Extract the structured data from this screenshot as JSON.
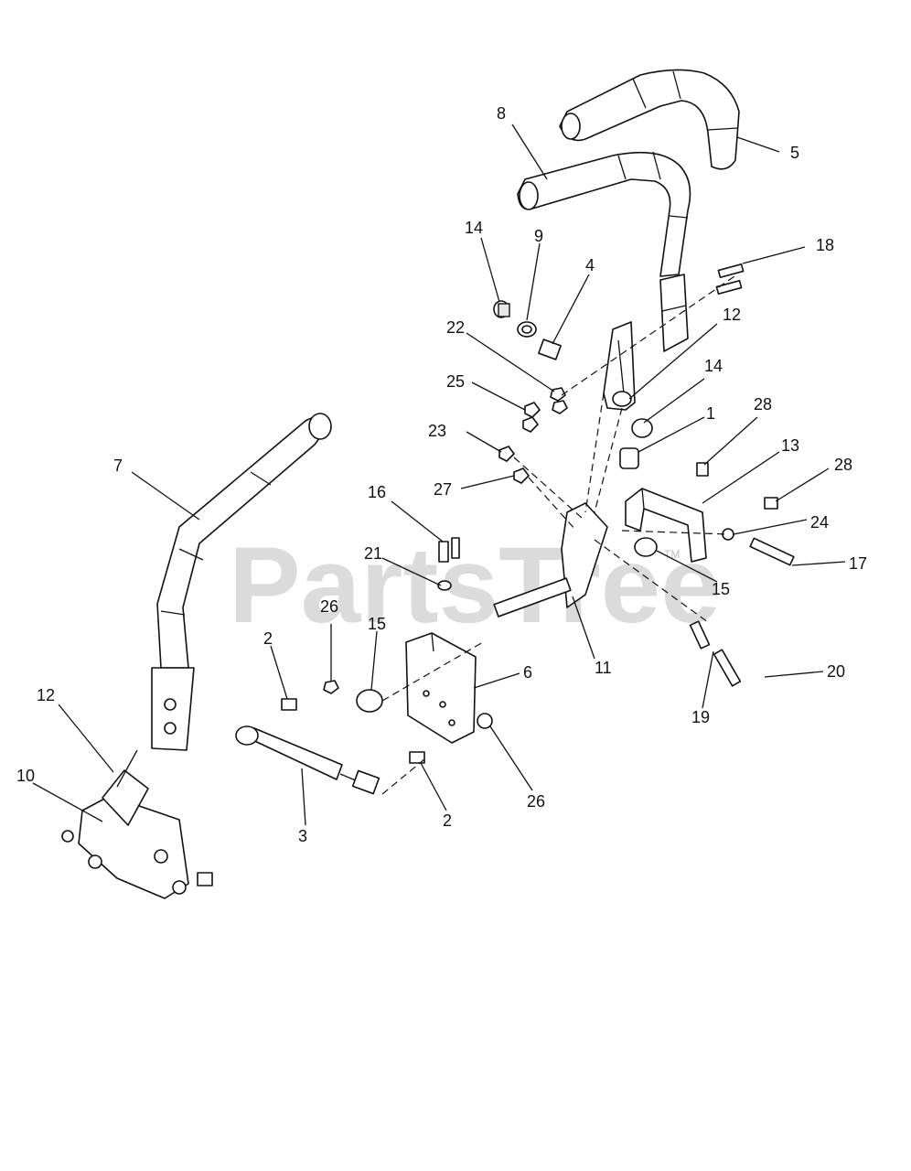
{
  "watermark": {
    "text": "PartsTree",
    "trademark": "TM"
  },
  "callouts": [
    {
      "id": "c8",
      "label": "8"
    },
    {
      "id": "c5",
      "label": "5"
    },
    {
      "id": "c14a",
      "label": "14"
    },
    {
      "id": "c9",
      "label": "9"
    },
    {
      "id": "c4",
      "label": "4"
    },
    {
      "id": "c18",
      "label": "18"
    },
    {
      "id": "c12a",
      "label": "12"
    },
    {
      "id": "c22",
      "label": "22"
    },
    {
      "id": "c25",
      "label": "25"
    },
    {
      "id": "c14b",
      "label": "14"
    },
    {
      "id": "c1",
      "label": "1"
    },
    {
      "id": "c28a",
      "label": "28"
    },
    {
      "id": "c23",
      "label": "23"
    },
    {
      "id": "c13",
      "label": "13"
    },
    {
      "id": "c28b",
      "label": "28"
    },
    {
      "id": "c27",
      "label": "27"
    },
    {
      "id": "c7",
      "label": "7"
    },
    {
      "id": "c16",
      "label": "16"
    },
    {
      "id": "c24",
      "label": "24"
    },
    {
      "id": "c21",
      "label": "21"
    },
    {
      "id": "c17",
      "label": "17"
    },
    {
      "id": "c15a",
      "label": "15"
    },
    {
      "id": "c26a",
      "label": "26"
    },
    {
      "id": "c15b",
      "label": "15"
    },
    {
      "id": "c2a",
      "label": "2"
    },
    {
      "id": "c11",
      "label": "11"
    },
    {
      "id": "c20",
      "label": "20"
    },
    {
      "id": "c6",
      "label": "6"
    },
    {
      "id": "c12b",
      "label": "12"
    },
    {
      "id": "c19",
      "label": "19"
    },
    {
      "id": "c10",
      "label": "10"
    },
    {
      "id": "c26b",
      "label": "26"
    },
    {
      "id": "c2b",
      "label": "2"
    },
    {
      "id": "c3",
      "label": "3"
    }
  ]
}
